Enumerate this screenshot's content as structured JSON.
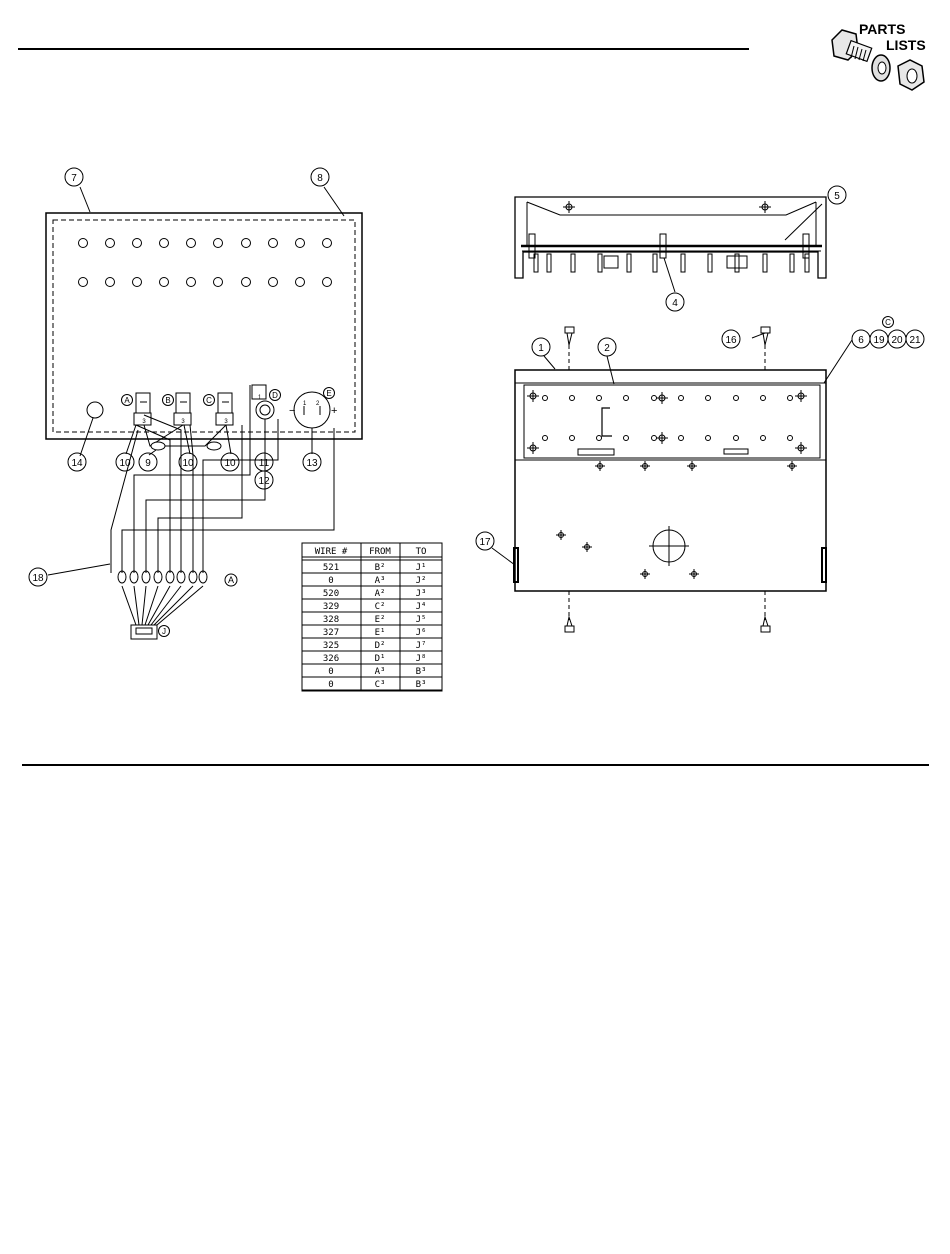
{
  "header": {
    "logo_line1": "PARTS",
    "logo_line2": "LISTS"
  },
  "callouts": {
    "c1": "1",
    "c2": "2",
    "c4": "4",
    "c5": "5",
    "c6": "6",
    "c7": "7",
    "c8": "8",
    "c9": "9",
    "c10a": "10",
    "c10b": "10",
    "c10c": "10",
    "c11": "11",
    "c12": "12",
    "c13": "13",
    "c14": "14",
    "c16": "16",
    "c17": "17",
    "c18": "18",
    "c19": "19",
    "c20": "20",
    "c21": "21"
  },
  "ref_letters": {
    "A": "A",
    "B": "B",
    "C": "C",
    "D": "D",
    "E": "E",
    "J": "J",
    "A_note": "A",
    "C_top": "C"
  },
  "connector_marks": {
    "minus": "−",
    "plus": "+",
    "sw1": "1",
    "sw2": "2",
    "sw3": "3"
  },
  "wire_table": {
    "headers": [
      "WIRE #",
      "FROM",
      "TO"
    ],
    "rows": [
      [
        "521",
        "B²",
        "J¹"
      ],
      [
        "0",
        "A³",
        "J²"
      ],
      [
        "520",
        "A²",
        "J³"
      ],
      [
        "329",
        "C²",
        "J⁴"
      ],
      [
        "328",
        "E²",
        "J⁵"
      ],
      [
        "327",
        "E¹",
        "J⁶"
      ],
      [
        "325",
        "D²",
        "J⁷"
      ],
      [
        "326",
        "D¹",
        "J⁸"
      ],
      [
        "0",
        "A³",
        "B³"
      ],
      [
        "0",
        "C³",
        "B³"
      ]
    ]
  }
}
